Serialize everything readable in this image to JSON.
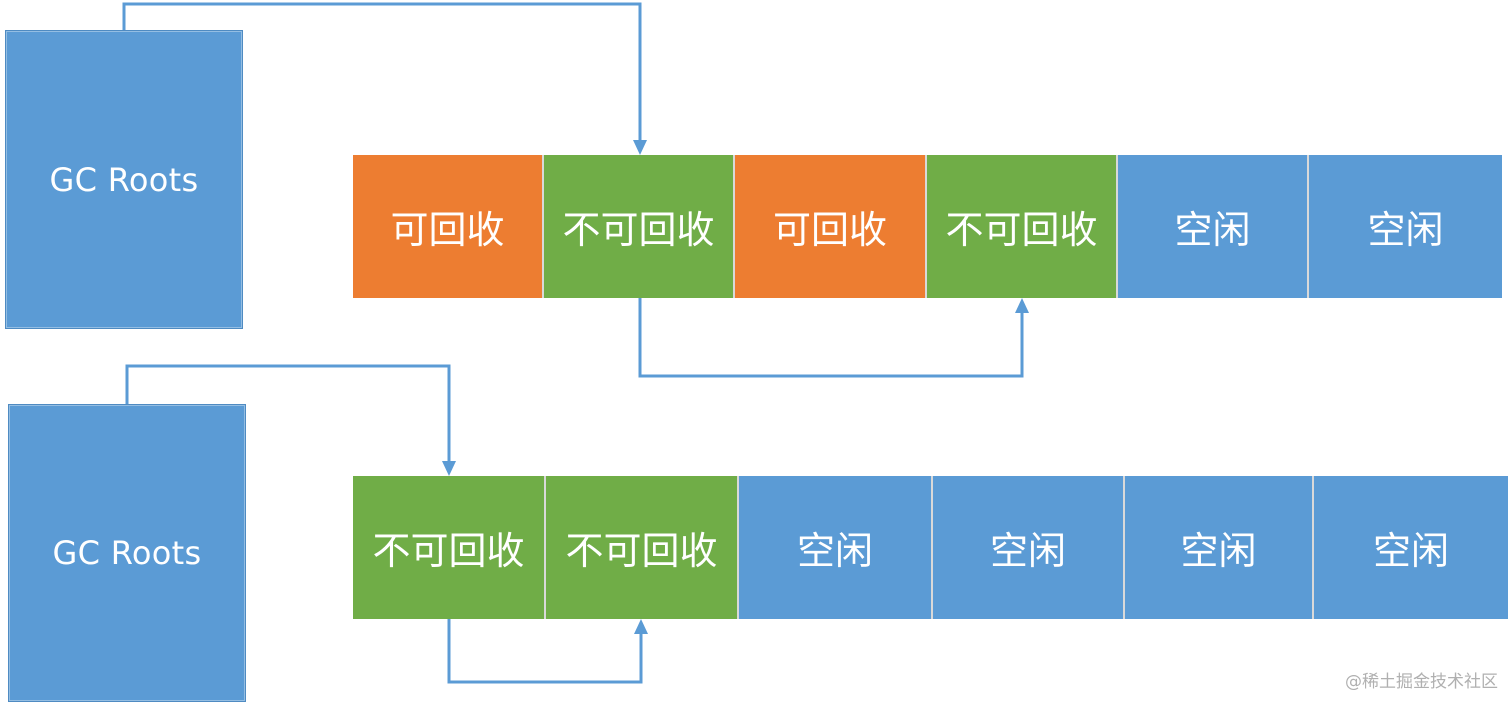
{
  "diagram": {
    "top": {
      "root_label": "GC Roots",
      "cells": [
        {
          "label": "可回收",
          "status": "reclaimable"
        },
        {
          "label": "不可回收",
          "status": "live"
        },
        {
          "label": "可回收",
          "status": "reclaimable"
        },
        {
          "label": "不可回收",
          "status": "live"
        },
        {
          "label": "空闲",
          "status": "free"
        },
        {
          "label": "空闲",
          "status": "free"
        }
      ]
    },
    "bottom": {
      "root_label": "GC Roots",
      "cells": [
        {
          "label": "不可回收",
          "status": "live"
        },
        {
          "label": "不可回收",
          "status": "live"
        },
        {
          "label": "空闲",
          "status": "free"
        },
        {
          "label": "空闲",
          "status": "free"
        },
        {
          "label": "空闲",
          "status": "free"
        },
        {
          "label": "空闲",
          "status": "free"
        }
      ]
    },
    "colors": {
      "reclaimable": "#ed7d31",
      "live": "#70ad47",
      "free": "#5b9bd5",
      "arrow": "#5b9bd5"
    }
  },
  "watermark": "@稀土掘金技术社区"
}
